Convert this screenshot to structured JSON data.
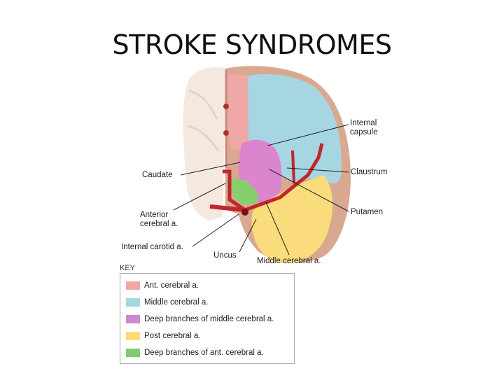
{
  "slide": {
    "title": "STROKE SYNDROMES"
  },
  "diagram": {
    "labels": {
      "internal_capsule": [
        "Internal",
        "capsule"
      ],
      "claustrum": "Claustrum",
      "putamen": "Putamen",
      "caudate": "Caudate",
      "anterior_cerebral": [
        "Anterior",
        "cerebral a."
      ],
      "internal_carotid": "Internal carotid a.",
      "uncus": "Uncus",
      "middle_cerebral": "Middle cerebral a."
    },
    "colors": {
      "ant_cerebral": "#f0a7a8",
      "middle_cerebral": "#a6d6e2",
      "deep_middle": "#dc85cf",
      "post_cerebral": "#fbdc7c",
      "deep_ant": "#86cf6e",
      "artery": "#c0262a",
      "cortex": "#d9a890",
      "white_matter": "#f5ebe2"
    }
  },
  "key": {
    "title": "KEY",
    "items": [
      {
        "label": "Ant. cerebral a.",
        "color": "#f0a7a8"
      },
      {
        "label": "Middle cerebral a.",
        "color": "#a6d6e2"
      },
      {
        "label": "Deep branches of middle cerebral a.",
        "color": "#c98bce"
      },
      {
        "label": "Post cerebral a.",
        "color": "#fddc7a"
      },
      {
        "label": "Deep branches of ant. cerebral a.",
        "color": "#7fcb74"
      }
    ]
  }
}
